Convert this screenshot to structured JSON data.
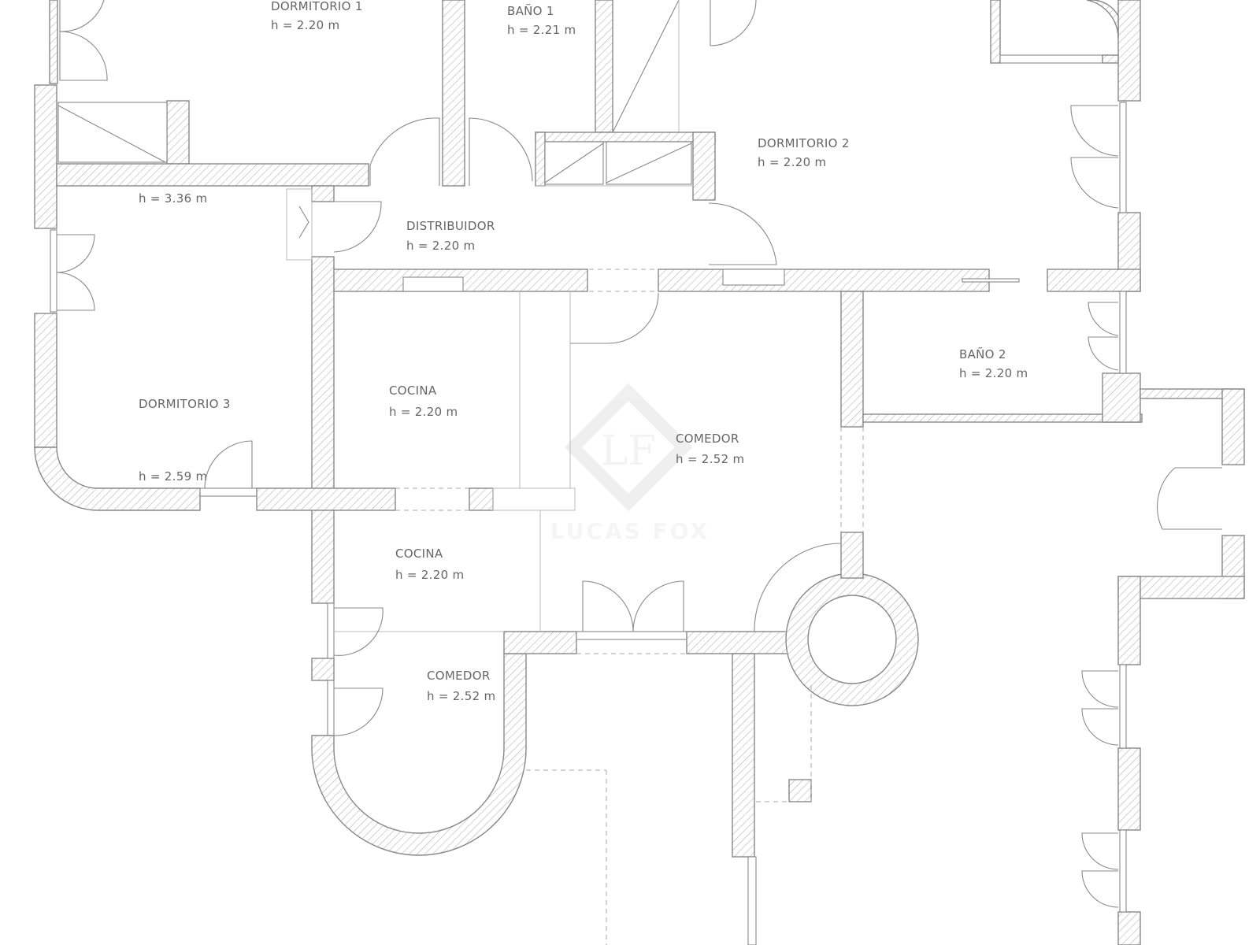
{
  "rooms": [
    {
      "name": "DORMITORIO 1",
      "height": "h = 2.20 m"
    },
    {
      "name": "BAÑO 1",
      "height": "h = 2.21 m"
    },
    {
      "name": "DORMITORIO 2",
      "height": "h = 2.20 m"
    },
    {
      "name": "",
      "height": "h = 3.36 m"
    },
    {
      "name": "DISTRIBUIDOR",
      "height": "h = 2.20 m"
    },
    {
      "name": "BAÑO 2",
      "height": "h = 2.20 m"
    },
    {
      "name": "DORMITORIO 3",
      "height": "h = 2.59 m"
    },
    {
      "name": "COCINA",
      "height": "h = 2.20 m"
    },
    {
      "name": "COMEDOR",
      "height": "h = 2.52 m"
    },
    {
      "name": "COCINA",
      "height": "h = 2.20 m"
    },
    {
      "name": "COMEDOR",
      "height": "h = 2.52 m"
    }
  ],
  "watermark": {
    "logo": "LF",
    "brand": "LUCAS FOX"
  },
  "colors": {
    "wall_stroke": "#888888",
    "hatch": "#b5b5b5",
    "text": "#666666",
    "watermark": "#ececec"
  }
}
